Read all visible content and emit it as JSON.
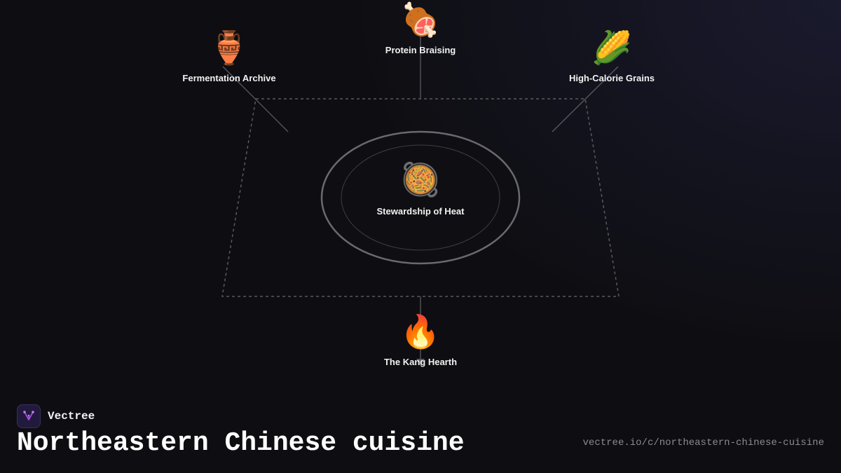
{
  "diagram": {
    "center": {
      "icon": "paella-pan-icon",
      "glyph": "🥘",
      "label": "Stewardship of Heat"
    },
    "nodes": [
      {
        "id": "top",
        "icon": "meat-on-bone-icon",
        "glyph": "🍖",
        "label": "Protein Braising"
      },
      {
        "id": "left",
        "icon": "amphora-icon",
        "glyph": "🏺",
        "label": "Fermentation Archive"
      },
      {
        "id": "right",
        "icon": "corn-icon",
        "glyph": "🌽",
        "label": "High-Calorie Grains"
      },
      {
        "id": "bottom",
        "icon": "fire-icon",
        "glyph": "🔥",
        "label": "The Kang Hearth"
      }
    ]
  },
  "brand": {
    "name": "Vectree",
    "logo_icon": "vectree-logo-icon"
  },
  "title": "Northeastern Chinese cuisine",
  "url": "vectree.io/c/northeastern-chinese-cuisine",
  "colors": {
    "background": "#0e0e12",
    "logo_bg": "#221a3c",
    "logo_accent": "#a450e0",
    "url_text": "#8a8a8f"
  }
}
